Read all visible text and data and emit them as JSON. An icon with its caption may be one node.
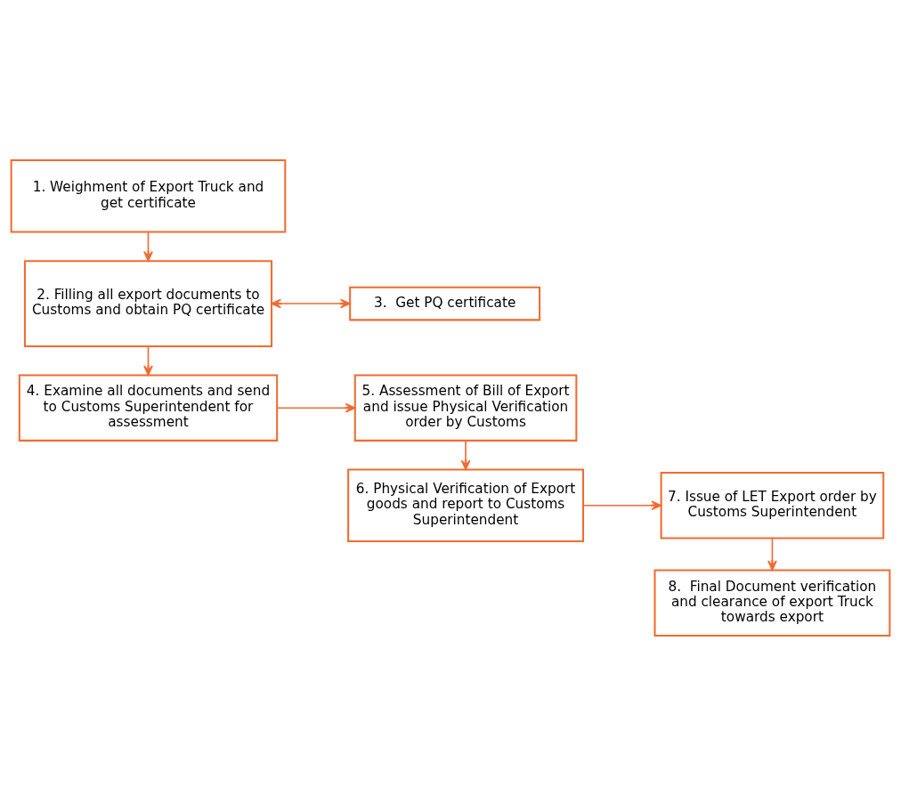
{
  "diagram": {
    "nodes": [
      {
        "text": [
          "1. Weighment of Export Truck and get certificate"
        ]
      },
      {
        "text": [
          "2. Filling all export documents to Customs and obtain PQ certificate"
        ]
      },
      {
        "text": [
          "3.  Get PQ certificate"
        ]
      },
      {
        "text": [
          "4. Examine all documents and send to Customs Superintendent for assessment"
        ]
      },
      {
        "text": [
          "5. Assessment of Bill of Export and issue Physical Verification order by Customs"
        ]
      },
      {
        "text": [
          "6. Physical Verification of Export goods and report to Customs Superintendent"
        ]
      },
      {
        "text": [
          "7. Issue of LET Export order by Customs Superintendent"
        ]
      },
      {
        "text": [
          "8.  Final Document verification and clearance of export Truck towards export"
        ]
      }
    ],
    "edges": [
      {
        "from": 0,
        "to": 1,
        "arrow": "to"
      },
      {
        "from": 1,
        "to": 2,
        "arrow": "both"
      },
      {
        "from": 1,
        "to": 3,
        "arrow": "to"
      },
      {
        "from": 3,
        "to": 4,
        "arrow": "to"
      },
      {
        "from": 4,
        "to": 5,
        "arrow": "to"
      },
      {
        "from": 5,
        "to": 6,
        "arrow": "to"
      },
      {
        "from": 6,
        "to": 7,
        "arrow": "to"
      }
    ]
  }
}
